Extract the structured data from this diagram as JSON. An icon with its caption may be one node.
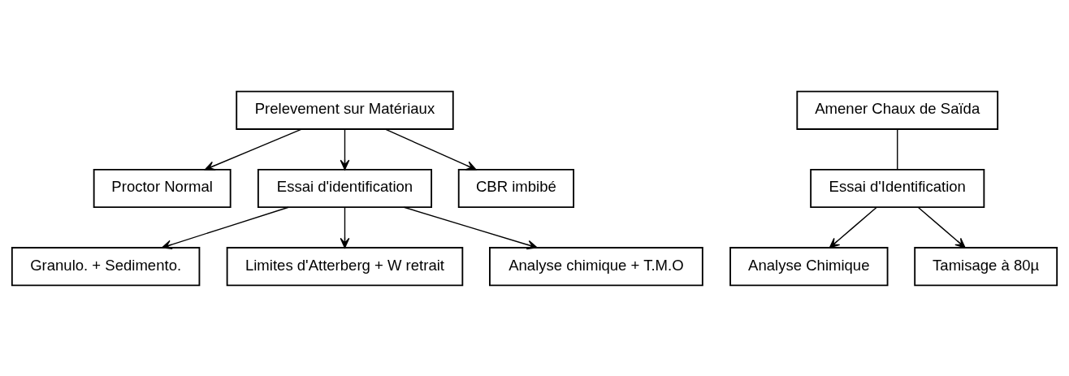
{
  "diagram": {
    "nodes": [
      {
        "text": [
          "Prelevement sur Matériaux"
        ]
      },
      {
        "text": [
          "Proctor Normal"
        ]
      },
      {
        "text": [
          "Essai d'identification"
        ]
      },
      {
        "text": [
          "CBR imbibé"
        ]
      },
      {
        "text": [
          "Granulo. + Sedimento."
        ]
      },
      {
        "text": [
          "Limites d'Atterberg + W retrait"
        ]
      },
      {
        "text": [
          "Analyse chimique + T.M.O"
        ]
      },
      {
        "text": [
          "Amener Chaux de Saïda"
        ]
      },
      {
        "text": [
          "Essai d'Identification"
        ]
      },
      {
        "text": [
          "Analyse Chimique"
        ]
      },
      {
        "text": [
          "Tamisage à 80µ"
        ]
      }
    ],
    "edges": [
      {
        "from": 0,
        "to": 1,
        "arrow": "to"
      },
      {
        "from": 0,
        "to": 2,
        "arrow": "to"
      },
      {
        "from": 0,
        "to": 3,
        "arrow": "to"
      },
      {
        "from": 2,
        "to": 4,
        "arrow": "to"
      },
      {
        "from": 2,
        "to": 5,
        "arrow": "to"
      },
      {
        "from": 2,
        "to": 6,
        "arrow": "to"
      },
      {
        "from": 7,
        "to": 8,
        "arrow": "none"
      },
      {
        "from": 8,
        "to": 9,
        "arrow": "to"
      },
      {
        "from": 8,
        "to": 10,
        "arrow": "to"
      }
    ]
  }
}
